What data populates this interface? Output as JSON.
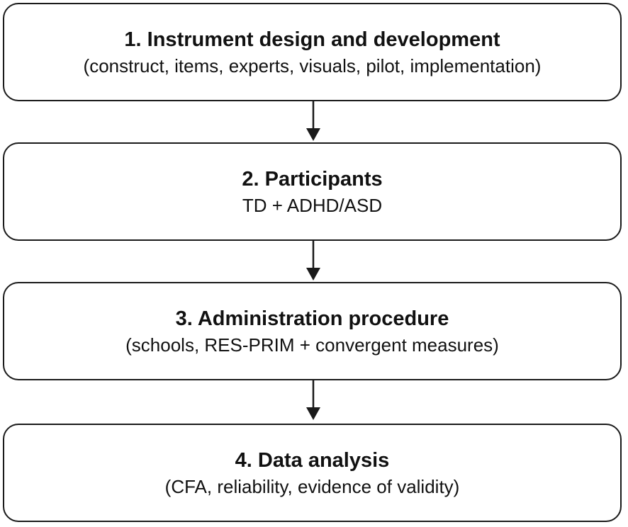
{
  "steps": [
    {
      "title": "1. Instrument design and development",
      "subtitle": "(construct, items, experts, visuals, pilot, implementation)"
    },
    {
      "title": "2. Participants",
      "subtitle": "TD + ADHD/ASD"
    },
    {
      "title": "3. Administration procedure",
      "subtitle": "(schools, RES-PRIM + convergent measures)"
    },
    {
      "title": "4. Data analysis",
      "subtitle": "(CFA, reliability, evidence of validity)"
    }
  ],
  "colors": {
    "border": "#1a1a1a",
    "text": "#111111",
    "background": "#ffffff"
  }
}
